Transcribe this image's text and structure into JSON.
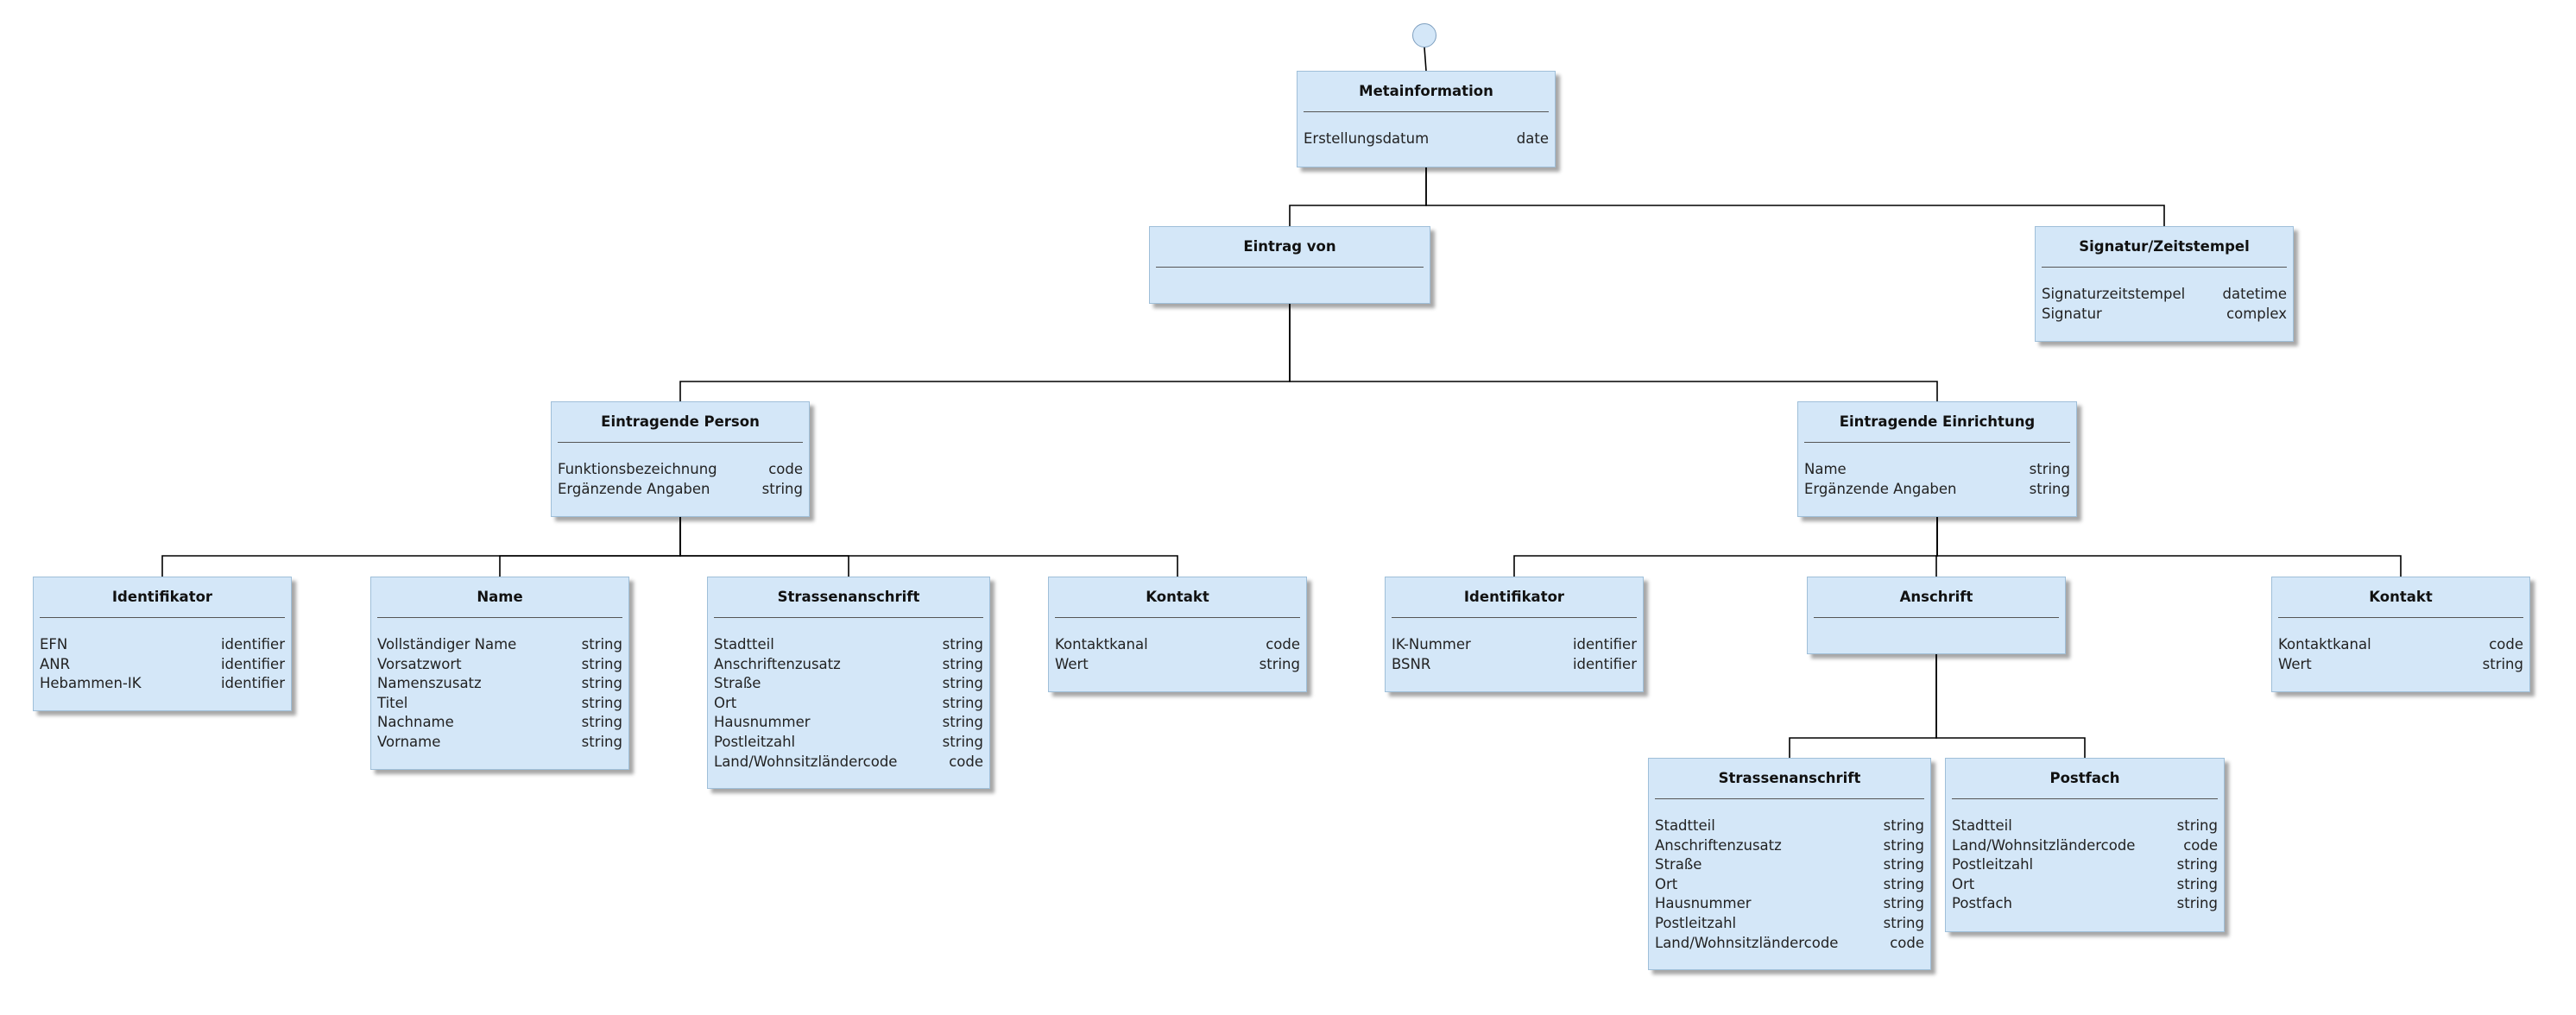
{
  "diagram": {
    "nodes": [
      {
        "id": "metainformation",
        "title": "Metainformation",
        "attributes": [
          {
            "name": "Erstellungsdatum",
            "type": "date"
          }
        ]
      },
      {
        "id": "eintrag-von",
        "title": "Eintrag von",
        "attributes": []
      },
      {
        "id": "signatur",
        "title": "Signatur/Zeitstempel",
        "attributes": [
          {
            "name": "Signaturzeitstempel",
            "type": "datetime"
          },
          {
            "name": "Signatur",
            "type": "complex"
          }
        ]
      },
      {
        "id": "eintragende-person",
        "title": "Eintragende Person",
        "attributes": [
          {
            "name": "Funktionsbezeichnung",
            "type": "code"
          },
          {
            "name": "Ergänzende Angaben",
            "type": "string"
          }
        ]
      },
      {
        "id": "eintragende-einrichtung",
        "title": "Eintragende Einrichtung",
        "attributes": [
          {
            "name": "Name",
            "type": "string"
          },
          {
            "name": "Ergänzende Angaben",
            "type": "string"
          }
        ]
      },
      {
        "id": "p-identifikator",
        "title": "Identifikator",
        "attributes": [
          {
            "name": "EFN",
            "type": "identifier"
          },
          {
            "name": "ANR",
            "type": "identifier"
          },
          {
            "name": "Hebammen-IK",
            "type": "identifier"
          }
        ]
      },
      {
        "id": "p-name",
        "title": "Name",
        "attributes": [
          {
            "name": "Vollständiger Name",
            "type": "string"
          },
          {
            "name": "Vorsatzwort",
            "type": "string"
          },
          {
            "name": "Namenszusatz",
            "type": "string"
          },
          {
            "name": "Titel",
            "type": "string"
          },
          {
            "name": "Nachname",
            "type": "string"
          },
          {
            "name": "Vorname",
            "type": "string"
          }
        ]
      },
      {
        "id": "p-strassenanschrift",
        "title": "Strassenanschrift",
        "attributes": [
          {
            "name": "Stadtteil",
            "type": "string"
          },
          {
            "name": "Anschriftenzusatz",
            "type": "string"
          },
          {
            "name": "Straße",
            "type": "string"
          },
          {
            "name": "Ort",
            "type": "string"
          },
          {
            "name": "Hausnummer",
            "type": "string"
          },
          {
            "name": "Postleitzahl",
            "type": "string"
          },
          {
            "name": "Land/Wohnsitzländercode",
            "type": "code"
          }
        ]
      },
      {
        "id": "p-kontakt",
        "title": "Kontakt",
        "attributes": [
          {
            "name": "Kontaktkanal",
            "type": "code"
          },
          {
            "name": "Wert",
            "type": "string"
          }
        ]
      },
      {
        "id": "e-identifikator",
        "title": "Identifikator",
        "attributes": [
          {
            "name": "IK-Nummer",
            "type": "identifier"
          },
          {
            "name": "BSNR",
            "type": "identifier"
          }
        ]
      },
      {
        "id": "e-anschrift",
        "title": "Anschrift",
        "attributes": []
      },
      {
        "id": "e-kontakt",
        "title": "Kontakt",
        "attributes": [
          {
            "name": "Kontaktkanal",
            "type": "code"
          },
          {
            "name": "Wert",
            "type": "string"
          }
        ]
      },
      {
        "id": "e-strassenanschrift",
        "title": "Strassenanschrift",
        "attributes": [
          {
            "name": "Stadtteil",
            "type": "string"
          },
          {
            "name": "Anschriftenzusatz",
            "type": "string"
          },
          {
            "name": "Straße",
            "type": "string"
          },
          {
            "name": "Ort",
            "type": "string"
          },
          {
            "name": "Hausnummer",
            "type": "string"
          },
          {
            "name": "Postleitzahl",
            "type": "string"
          },
          {
            "name": "Land/Wohnsitzländercode",
            "type": "code"
          }
        ]
      },
      {
        "id": "e-postfach",
        "title": "Postfach",
        "attributes": [
          {
            "name": "Stadtteil",
            "type": "string"
          },
          {
            "name": "Land/Wohnsitzländercode",
            "type": "code"
          },
          {
            "name": "Postleitzahl",
            "type": "string"
          },
          {
            "name": "Ort",
            "type": "string"
          },
          {
            "name": "Postfach",
            "type": "string"
          }
        ]
      }
    ],
    "edges": [
      {
        "from": "root",
        "to": "metainformation"
      },
      {
        "from": "metainformation",
        "to": "eintrag-von"
      },
      {
        "from": "metainformation",
        "to": "signatur"
      },
      {
        "from": "eintrag-von",
        "to": "eintragende-person"
      },
      {
        "from": "eintrag-von",
        "to": "eintragende-einrichtung"
      },
      {
        "from": "eintragende-person",
        "to": "p-identifikator"
      },
      {
        "from": "eintragende-person",
        "to": "p-name"
      },
      {
        "from": "eintragende-person",
        "to": "p-strassenanschrift"
      },
      {
        "from": "eintragende-person",
        "to": "p-kontakt"
      },
      {
        "from": "eintragende-einrichtung",
        "to": "e-identifikator"
      },
      {
        "from": "eintragende-einrichtung",
        "to": "e-anschrift"
      },
      {
        "from": "eintragende-einrichtung",
        "to": "e-kontakt"
      },
      {
        "from": "e-anschrift",
        "to": "e-strassenanschrift"
      },
      {
        "from": "e-anschrift",
        "to": "e-postfach"
      }
    ],
    "colors": {
      "node_fill": "#d4e7f8",
      "node_border": "#9fbfd9",
      "edge": "#000000"
    }
  }
}
